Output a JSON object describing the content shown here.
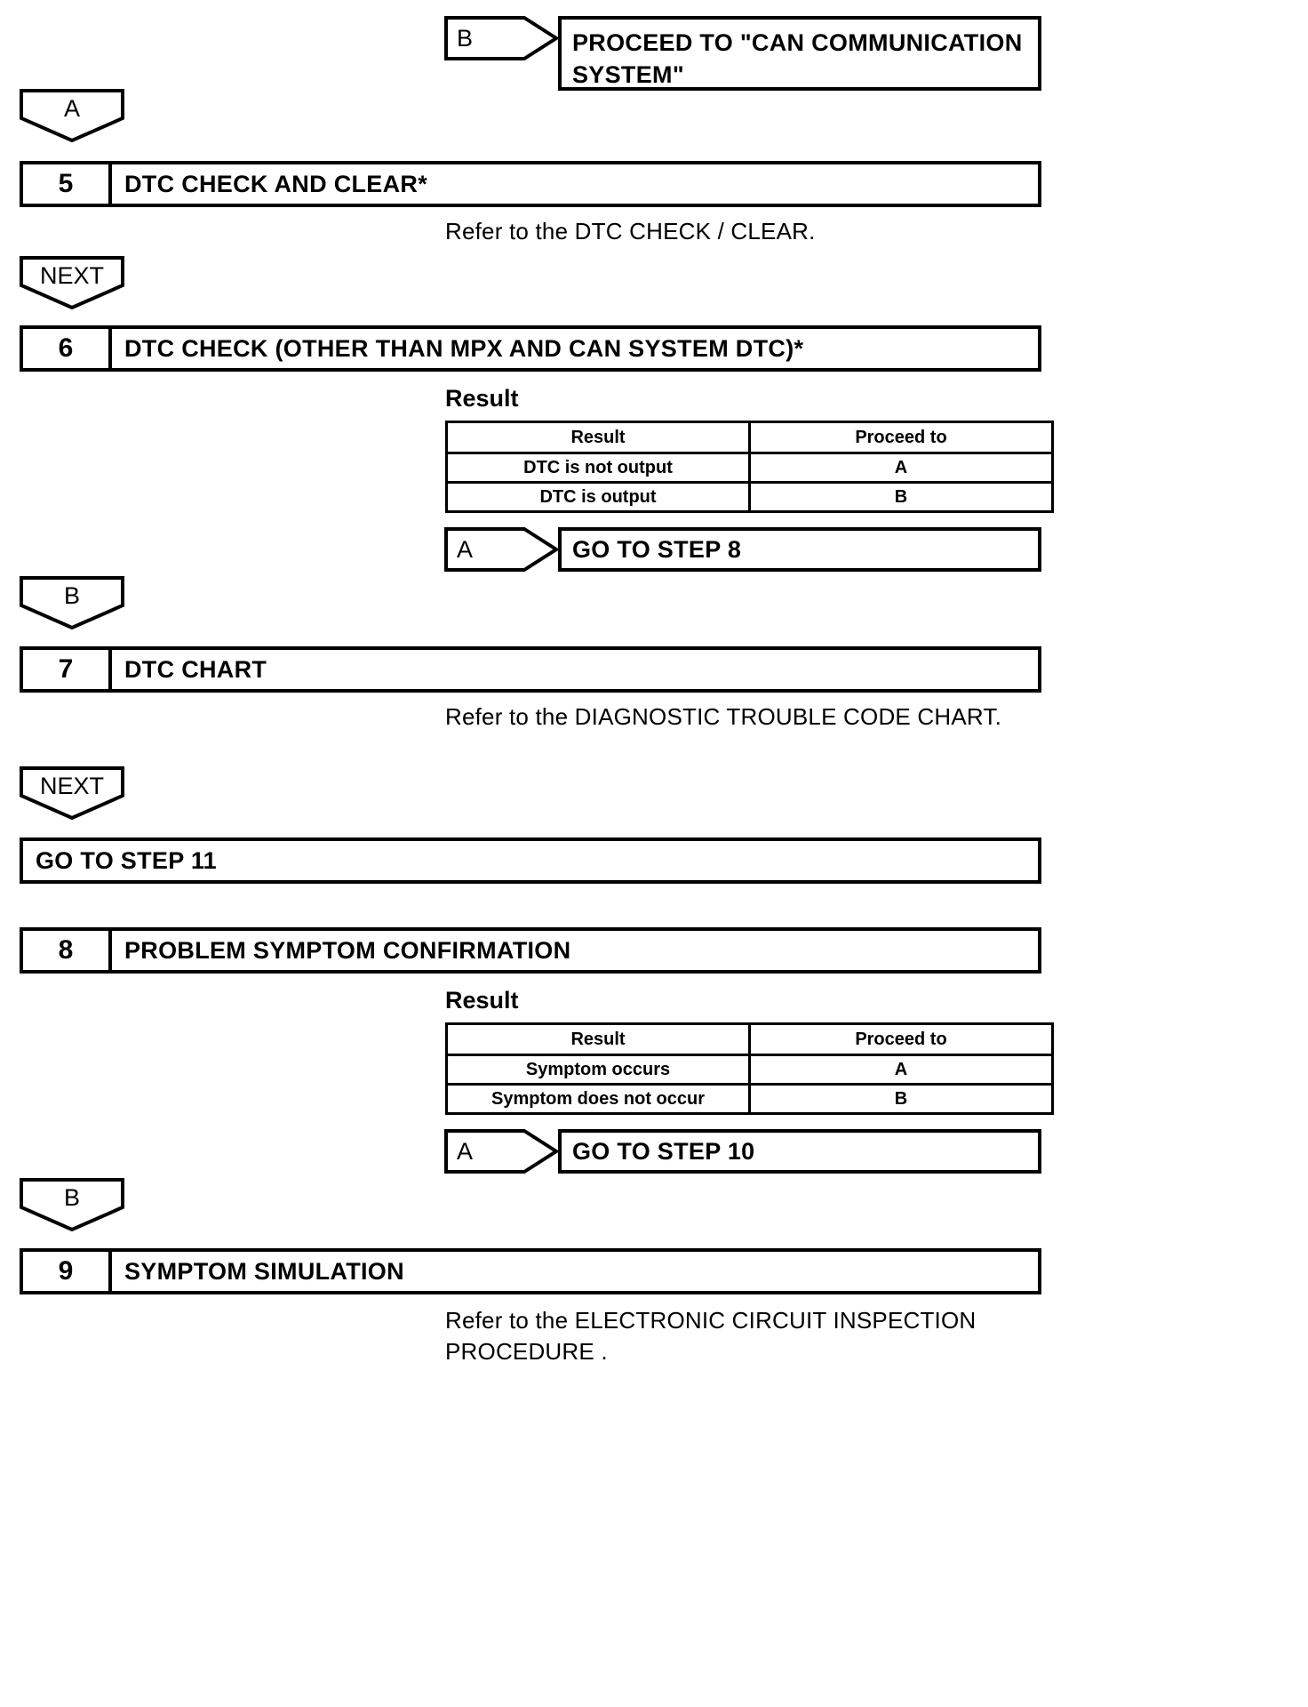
{
  "diagram": {
    "type": "diagnostic-flowchart",
    "title_absent": true
  },
  "connector_b_top": {
    "label": "B",
    "target_text": "PROCEED TO \"CAN COMMUNICATION SYSTEM\""
  },
  "connector_a_1": {
    "label": "A"
  },
  "step5": {
    "number": "5",
    "title": "DTC CHECK AND CLEAR*",
    "note": "Refer to the DTC CHECK / CLEAR."
  },
  "connector_next_1": {
    "label": "NEXT"
  },
  "step6": {
    "number": "6",
    "title": "DTC CHECK (OTHER THAN MPX AND CAN SYSTEM DTC)*",
    "result_label": "Result",
    "table": {
      "headers": [
        "Result",
        "Proceed to"
      ],
      "rows": [
        [
          "DTC is not output",
          "A"
        ],
        [
          "DTC is output",
          "B"
        ]
      ]
    },
    "exit_connector": {
      "label": "A",
      "target_text": "GO TO STEP 8"
    }
  },
  "connector_b_2": {
    "label": "B"
  },
  "step7": {
    "number": "7",
    "title": "DTC CHART",
    "note": "Refer to the DIAGNOSTIC TROUBLE CODE CHART."
  },
  "connector_next_2": {
    "label": "NEXT"
  },
  "goto_step_11": {
    "text": "GO TO STEP 11"
  },
  "step8": {
    "number": "8",
    "title": "PROBLEM SYMPTOM CONFIRMATION",
    "result_label": "Result",
    "table": {
      "headers": [
        "Result",
        "Proceed to"
      ],
      "rows": [
        [
          "Symptom occurs",
          "A"
        ],
        [
          "Symptom does not occur",
          "B"
        ]
      ]
    },
    "exit_connector": {
      "label": "A",
      "target_text": "GO TO STEP 10"
    }
  },
  "connector_b_3": {
    "label": "B"
  },
  "step9": {
    "number": "9",
    "title": "SYMPTOM SIMULATION",
    "note": "Refer to the ELECTRONIC CIRCUIT INSPECTION\nPROCEDURE ."
  },
  "colors": {
    "line": "#000000",
    "background": "#ffffff",
    "text": "#000000"
  }
}
